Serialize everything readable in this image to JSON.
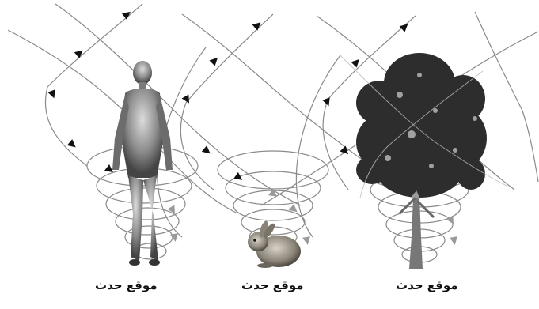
{
  "labels": {
    "human": "موقع حدث",
    "rabbit": "موقع حدث",
    "tree": "موقع حدث"
  },
  "subjects": [
    "human-figure",
    "rabbit",
    "tree"
  ],
  "colors": {
    "trajectory": "#8a8a8a",
    "arrow": "#111111",
    "arrow_faded": "#9a9a9a",
    "foliage": "#2d2d2d"
  }
}
